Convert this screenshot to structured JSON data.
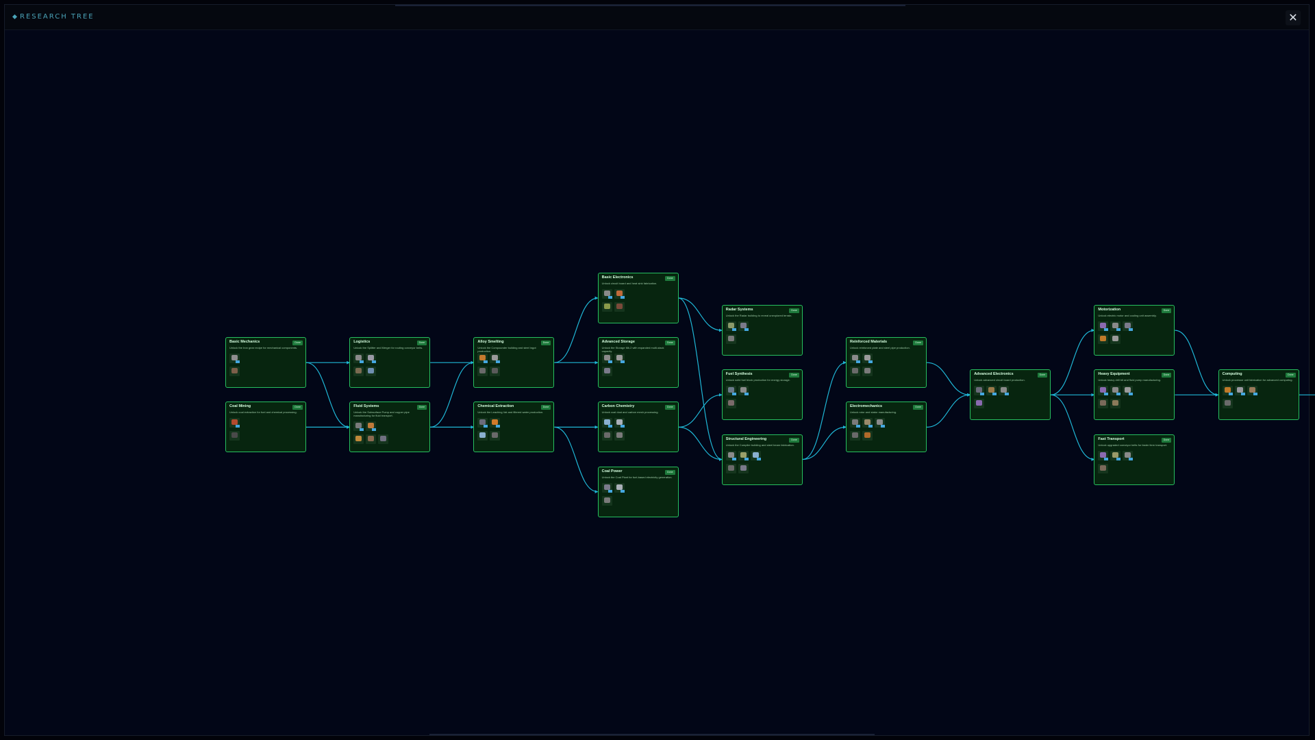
{
  "window": {
    "title": "RESEARCH TREE",
    "close_label": "✕"
  },
  "colors": {
    "card_bg": "#07250f",
    "card_border": "#27c060",
    "edge": "#1fb7d6",
    "title": "#4aa3b8"
  },
  "nodes": [
    {
      "id": "basic-mechanics",
      "name": "Basic Mechanics",
      "badge": "Done",
      "desc": "Unlock the Iron gear recipe for mechanical components.",
      "icons": [
        {
          "color": "#8f8f8f",
          "tag": true
        },
        {
          "color": "#7d5f4a",
          "tag": false
        }
      ],
      "col": 0,
      "row": 1
    },
    {
      "id": "coal-mining",
      "name": "Coal Mining",
      "badge": "Done",
      "desc": "Unlock coal extraction for fuel and chemical processing.",
      "icons": [
        {
          "color": "#b24a2e",
          "tag": true
        },
        {
          "color": "#4a4a4a",
          "tag": false
        }
      ],
      "col": 0,
      "row": 2
    },
    {
      "id": "logistics",
      "name": "Logistics",
      "badge": "Done",
      "desc": "Unlock the Splitter and Merger for routing conveyor belts.",
      "icons": [
        {
          "color": "#8a8a8a",
          "tag": true
        },
        {
          "color": "#9a9aa6",
          "tag": true
        },
        {
          "color": "#7a6a50",
          "tag": false
        },
        {
          "color": "#6f8fb0",
          "tag": false
        }
      ],
      "col": 1,
      "row": 1
    },
    {
      "id": "fluid-systems",
      "name": "Fluid Systems",
      "badge": "Done",
      "desc": "Unlock the Subsurface Pump and copper pipe manufacturing for fluid transport.",
      "icons": [
        {
          "color": "#7a7a7a",
          "tag": true
        },
        {
          "color": "#c07a3a",
          "tag": true
        },
        {
          "color": "#c08a3a",
          "tag": false
        },
        {
          "color": "#8a6a50",
          "tag": false
        },
        {
          "color": "#707080",
          "tag": false
        }
      ],
      "col": 1,
      "row": 2
    },
    {
      "id": "alloy-smelting",
      "name": "Alloy Smelting",
      "badge": "Done",
      "desc": "Unlock the Compounder building and steel ingot production.",
      "icons": [
        {
          "color": "#c57a2e",
          "tag": true
        },
        {
          "color": "#9a9a9a",
          "tag": true
        },
        {
          "color": "#6a6a6a",
          "tag": false
        },
        {
          "color": "#5a5a5a",
          "tag": false
        }
      ],
      "col": 2,
      "row": 1
    },
    {
      "id": "chemical-extraction",
      "name": "Chemical Extraction",
      "badge": "Done",
      "desc": "Unlock the Leaching Vat and filtered water production.",
      "icons": [
        {
          "color": "#6a6a7a",
          "tag": true
        },
        {
          "color": "#d07a2a",
          "tag": true
        },
        {
          "color": "#8ab0d0",
          "tag": false
        },
        {
          "color": "#6a6a6a",
          "tag": false
        }
      ],
      "col": 2,
      "row": 2
    },
    {
      "id": "basic-electronics",
      "name": "Basic Electronics",
      "badge": "Done",
      "desc": "Unlock circuit board and heat sink fabrication.",
      "icons": [
        {
          "color": "#8a8a8a",
          "tag": true
        },
        {
          "color": "#c06a3a",
          "tag": true
        },
        {
          "color": "#8a9a4a",
          "tag": false
        },
        {
          "color": "#7a4a3a",
          "tag": false
        }
      ],
      "col": 3,
      "row": 0
    },
    {
      "id": "advanced-storage",
      "name": "Advanced Storage",
      "badge": "Done",
      "desc": "Unlock the Storage Mk.2 with expanded multi-stack capacity.",
      "icons": [
        {
          "color": "#8a8a8a",
          "tag": true
        },
        {
          "color": "#9a9a9a",
          "tag": true
        },
        {
          "color": "#7a7a8a",
          "tag": false
        }
      ],
      "col": 3,
      "row": 1
    },
    {
      "id": "carbon-chemistry",
      "name": "Carbon Chemistry",
      "badge": "Done",
      "desc": "Unlock coal dust and carbon mesh processing.",
      "icons": [
        {
          "color": "#8ab0d0",
          "tag": true
        },
        {
          "color": "#aab0b8",
          "tag": true
        },
        {
          "color": "#6a6a6a",
          "tag": false
        },
        {
          "color": "#7a7a7a",
          "tag": false
        }
      ],
      "col": 3,
      "row": 2
    },
    {
      "id": "coal-power",
      "name": "Coal Power",
      "badge": "Done",
      "desc": "Unlock the Coal Plant for fuel-based electricity generation.",
      "icons": [
        {
          "color": "#7a7a8a",
          "tag": true
        },
        {
          "color": "#aab0b8",
          "tag": true
        },
        {
          "color": "#7a7a7a",
          "tag": false
        }
      ],
      "col": 3,
      "row": 3
    },
    {
      "id": "radar-systems",
      "name": "Radar Systems",
      "badge": "Done",
      "desc": "Unlock the Radar building to reveal unexplored terrain.",
      "icons": [
        {
          "color": "#8a9a6a",
          "tag": true
        },
        {
          "color": "#7a7a8a",
          "tag": true
        },
        {
          "color": "#7a7a7a",
          "tag": false
        }
      ],
      "col": 4,
      "row": 0.5
    },
    {
      "id": "fuel-synthesis",
      "name": "Fuel Synthesis",
      "badge": "Done",
      "desc": "Unlock solid fuel block production for energy storage.",
      "icons": [
        {
          "color": "#6a7a8a",
          "tag": true
        },
        {
          "color": "#8a8a8a",
          "tag": true
        },
        {
          "color": "#7a6a6a",
          "tag": false
        }
      ],
      "col": 4,
      "row": 1.5
    },
    {
      "id": "structural-engineering",
      "name": "Structural Engineering",
      "badge": "Done",
      "desc": "Unlock the Compiler building and steel beam fabrication.",
      "icons": [
        {
          "color": "#8a8a8a",
          "tag": true
        },
        {
          "color": "#9aa06a",
          "tag": true
        },
        {
          "color": "#8ab0d0",
          "tag": true
        },
        {
          "color": "#6a6a6a",
          "tag": false
        },
        {
          "color": "#7a7a8a",
          "tag": false
        }
      ],
      "col": 4,
      "row": 2.5
    },
    {
      "id": "reinforced-materials",
      "name": "Reinforced Materials",
      "badge": "Done",
      "desc": "Unlock reinforced plate and steel pipe production.",
      "icons": [
        {
          "color": "#8a8a8a",
          "tag": true
        },
        {
          "color": "#9a9a9a",
          "tag": true
        },
        {
          "color": "#6a6a6a",
          "tag": false
        },
        {
          "color": "#7a7a7a",
          "tag": false
        }
      ],
      "col": 5,
      "row": 1
    },
    {
      "id": "electromechanics",
      "name": "Electromechanics",
      "badge": "Done",
      "desc": "Unlock rotor and stator manufacturing.",
      "icons": [
        {
          "color": "#7a7a7a",
          "tag": true
        },
        {
          "color": "#9a8a6a",
          "tag": true
        },
        {
          "color": "#8a8a8a",
          "tag": true
        },
        {
          "color": "#6a6a6a",
          "tag": false
        },
        {
          "color": "#b06a2a",
          "tag": false
        }
      ],
      "col": 5,
      "row": 2
    },
    {
      "id": "advanced-electronics",
      "name": "Advanced Electronics",
      "badge": "Done",
      "desc": "Unlock advanced circuit board production.",
      "icons": [
        {
          "color": "#6a6a7a",
          "tag": true
        },
        {
          "color": "#9a7a4a",
          "tag": true
        },
        {
          "color": "#8a8a8a",
          "tag": true
        },
        {
          "color": "#8a6ab0",
          "tag": false
        }
      ],
      "col": 6,
      "row": 1.5
    },
    {
      "id": "motorization",
      "name": "Motorization",
      "badge": "Done",
      "desc": "Unlock electric motor and cooling unit assembly.",
      "icons": [
        {
          "color": "#8a6ab0",
          "tag": true
        },
        {
          "color": "#8a8a8a",
          "tag": true
        },
        {
          "color": "#7a7a8a",
          "tag": true
        },
        {
          "color": "#c07a2a",
          "tag": false
        },
        {
          "color": "#9a9a9a",
          "tag": false
        }
      ],
      "col": 7,
      "row": 0.5
    },
    {
      "id": "heavy-equipment",
      "name": "Heavy Equipment",
      "badge": "Done",
      "desc": "Unlock heavy drill bit and fluid pump manufacturing.",
      "icons": [
        {
          "color": "#8a6ab0",
          "tag": true
        },
        {
          "color": "#8a8a8a",
          "tag": true
        },
        {
          "color": "#9a9a9a",
          "tag": true
        },
        {
          "color": "#7a6a5a",
          "tag": false
        },
        {
          "color": "#8a7a5a",
          "tag": false
        }
      ],
      "col": 7,
      "row": 1.5
    },
    {
      "id": "fast-transport",
      "name": "Fast Transport",
      "badge": "Done",
      "desc": "Unlock upgraded conveyor belts for faster item transport.",
      "icons": [
        {
          "color": "#8a6ab0",
          "tag": true
        },
        {
          "color": "#9a9a6a",
          "tag": true
        },
        {
          "color": "#8a8a8a",
          "tag": true
        },
        {
          "color": "#7a6a5a",
          "tag": false
        }
      ],
      "col": 7,
      "row": 2.5
    },
    {
      "id": "computing",
      "name": "Computing",
      "badge": "Done",
      "desc": "Unlock processor unit fabrication for advanced computing.",
      "icons": [
        {
          "color": "#c07a2a",
          "tag": true
        },
        {
          "color": "#9a9aa0",
          "tag": true
        },
        {
          "color": "#9a7a5a",
          "tag": true
        },
        {
          "color": "#6a6a6a",
          "tag": false
        }
      ],
      "col": 8,
      "row": 1.5
    }
  ],
  "edges": [
    [
      "basic-mechanics",
      "logistics"
    ],
    [
      "basic-mechanics",
      "fluid-systems"
    ],
    [
      "coal-mining",
      "fluid-systems"
    ],
    [
      "logistics",
      "alloy-smelting"
    ],
    [
      "fluid-systems",
      "alloy-smelting"
    ],
    [
      "fluid-systems",
      "chemical-extraction"
    ],
    [
      "alloy-smelting",
      "basic-electronics"
    ],
    [
      "alloy-smelting",
      "advanced-storage"
    ],
    [
      "chemical-extraction",
      "carbon-chemistry"
    ],
    [
      "chemical-extraction",
      "coal-power"
    ],
    [
      "basic-electronics",
      "radar-systems"
    ],
    [
      "basic-electronics",
      "structural-engineering"
    ],
    [
      "carbon-chemistry",
      "fuel-synthesis"
    ],
    [
      "carbon-chemistry",
      "structural-engineering"
    ],
    [
      "structural-engineering",
      "reinforced-materials"
    ],
    [
      "structural-engineering",
      "electromechanics"
    ],
    [
      "reinforced-materials",
      "advanced-electronics"
    ],
    [
      "electromechanics",
      "advanced-electronics"
    ],
    [
      "advanced-electronics",
      "motorization"
    ],
    [
      "advanced-electronics",
      "heavy-equipment"
    ],
    [
      "advanced-electronics",
      "fast-transport"
    ],
    [
      "motorization",
      "computing"
    ],
    [
      "heavy-equipment",
      "computing"
    ],
    [
      "computing",
      "__offscreen"
    ]
  ]
}
